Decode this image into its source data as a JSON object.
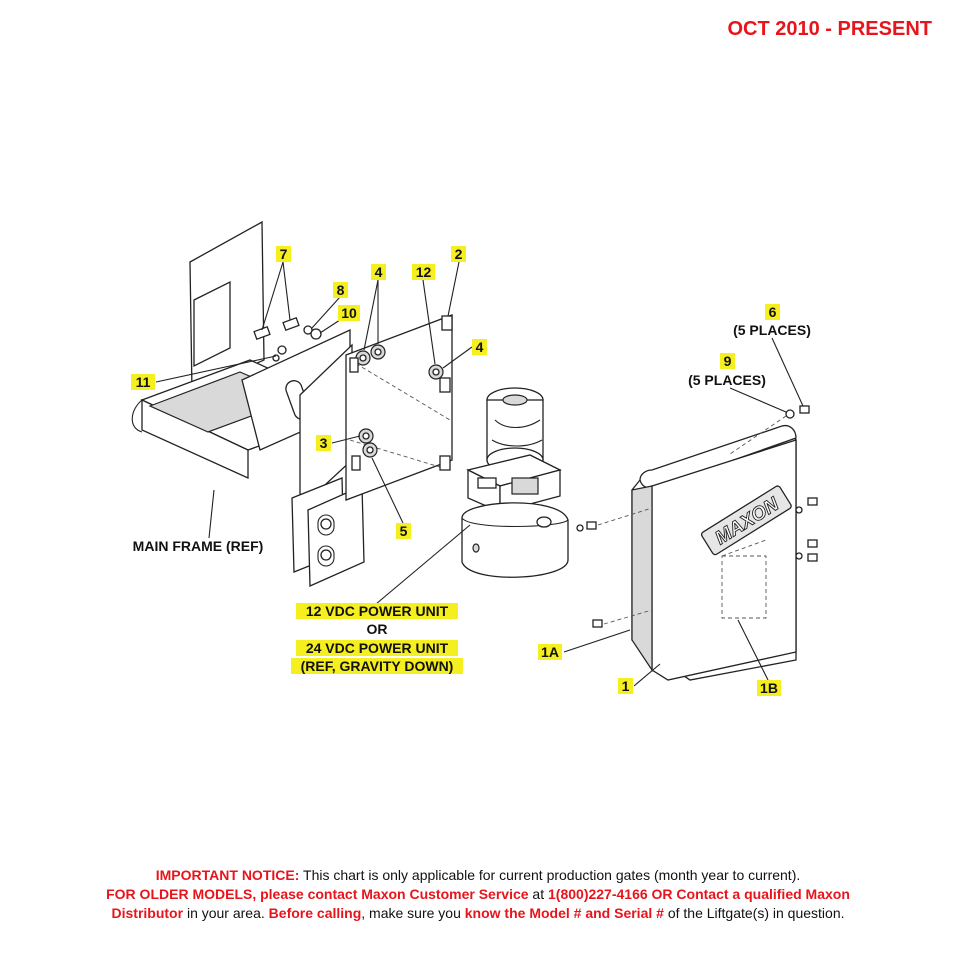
{
  "header": {
    "date_range": "OCT 2010 - PRESENT"
  },
  "callouts": {
    "c7": "7",
    "c8": "8",
    "c10": "10",
    "c11": "11",
    "c4a": "4",
    "c12": "12",
    "c2": "2",
    "c4b": "4",
    "c3": "3",
    "c5": "5",
    "c6": "6",
    "c6_note": "(5 PLACES)",
    "c9": "9",
    "c9_note": "(5 PLACES)",
    "c1A": "1A",
    "c1": "1",
    "c1B": "1B"
  },
  "labels": {
    "main_frame": "MAIN FRAME (REF)",
    "power_unit_12": "12 VDC POWER UNIT",
    "or": "OR",
    "power_unit_24": "24 VDC POWER UNIT",
    "gravity_down": "(REF, GRAVITY DOWN)",
    "logo": "MAXON"
  },
  "notice": {
    "l1_bold": "IMPORTANT NOTICE:",
    "l1_text": " This chart is only applicable for current production gates (month year to current).",
    "l2_bold": "FOR OLDER MODELS, please contact Maxon Customer Service",
    "l2_text": " at ",
    "l2_bold2": "1(800)227-4166 OR Contact a qualified Maxon",
    "l3_bold": "Distributor",
    "l3_text": " in your area. ",
    "l3_bold2": "Before calling",
    "l3_text2": ", make sure you ",
    "l3_bold3": "know the Model # and Serial #",
    "l3_text3": " of the Liftgate(s) in question."
  },
  "colors": {
    "accent_red": "#e8141b",
    "callout_highlight": "#f5ef1f"
  }
}
